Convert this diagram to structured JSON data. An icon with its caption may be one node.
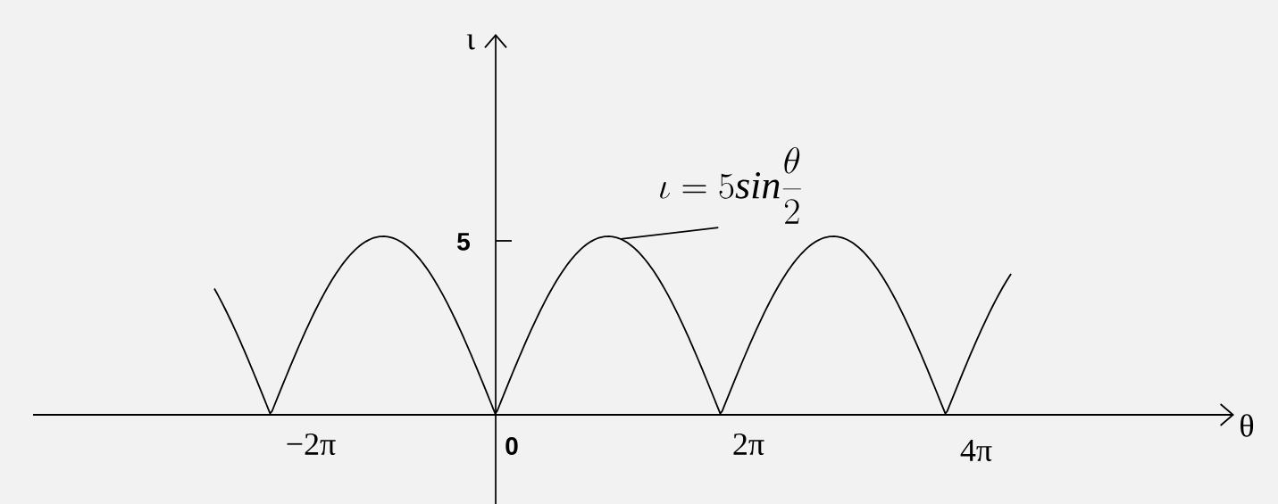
{
  "diagram": {
    "nodes": [
      {
        "text": [
          "\\iota = 5\\mathit{sin}\\frac{\\theta}{2}"
        ]
      },
      {
        "text": [],
        "shape": "curve"
      }
    ],
    "edges": [
      {
        "from": 0,
        "to": 1,
        "arrow": "none"
      }
    ],
    "labels": [
      "ι",
      "5",
      "θ",
      "−2π",
      "0",
      "2π",
      "4π"
    ]
  }
}
